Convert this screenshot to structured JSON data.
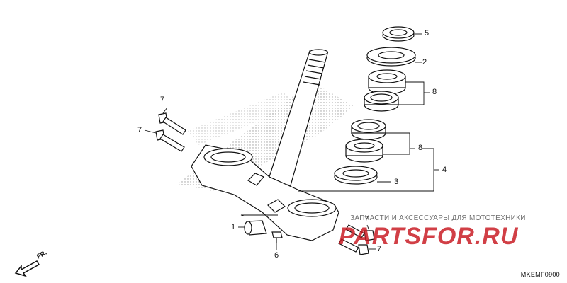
{
  "diagram_code": "MKEMF0900",
  "front_label": "FR.",
  "watermark": {
    "tagline": "ЗАПЧАСТИ И АКСЕССУАРЫ ДЛЯ МОТОТЕХНИКИ",
    "brand": "PARTSFOR.RU"
  },
  "callouts": {
    "c1": "1",
    "c2": "2",
    "c3": "3",
    "c4": "4",
    "c5": "5",
    "c6": "6",
    "c7a": "7",
    "c7b": "7",
    "c7c": "7",
    "c7d": "7",
    "c8a": "8",
    "c8b": "8"
  },
  "colors": {
    "line": "#111111",
    "watermark_brand": "#c8161e",
    "watermark_text": "#6e6e6e"
  }
}
